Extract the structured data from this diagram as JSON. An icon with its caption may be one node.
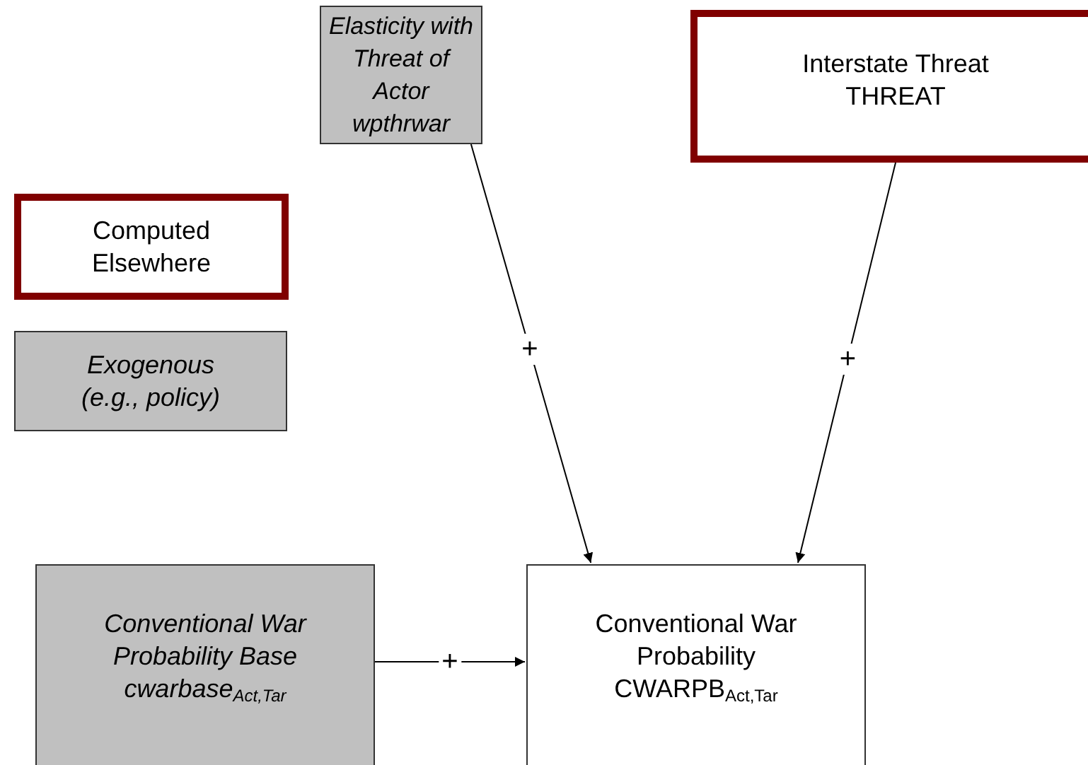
{
  "diagram": {
    "nodes": [
      {
        "text": [
          "Elasticity with Threat of Actor",
          "wpthrwar"
        ]
      },
      {
        "text": [
          "Interstate Threat",
          "THREAT"
        ]
      },
      {
        "text": [
          "Computed Elsewhere"
        ]
      },
      {
        "text": [
          "Exogenous (e.g., policy)"
        ]
      },
      {
        "text": [
          "Conventional War Probability Base",
          "cwarbase$_{Act,Tar}$"
        ]
      },
      {
        "text": [
          "Conventional War Probability",
          "CWARPB$_{Act,Tar}$"
        ]
      }
    ],
    "edges": [
      {
        "from": 0,
        "to": 5,
        "arrow": "to",
        "label": "+"
      },
      {
        "from": 1,
        "to": 5,
        "arrow": "to",
        "label": "+"
      },
      {
        "from": 4,
        "to": 5,
        "arrow": "to",
        "label": "+"
      }
    ]
  }
}
